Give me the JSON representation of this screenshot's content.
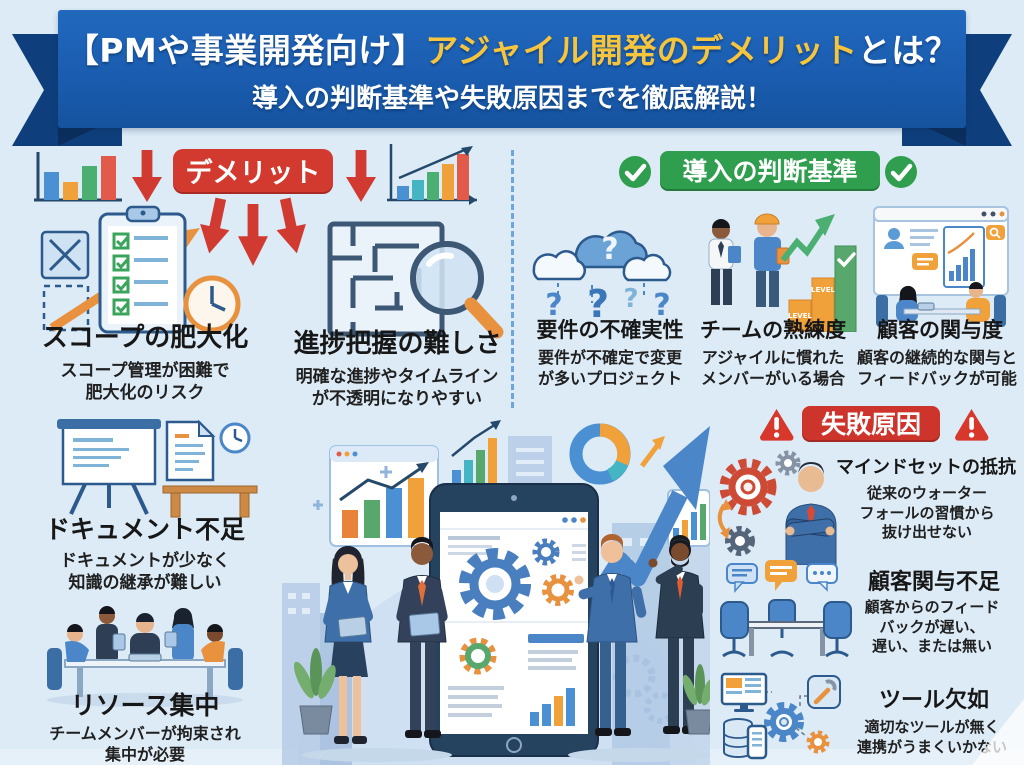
{
  "banner": {
    "title_prefix": "【PMや事業開発向け】",
    "title_highlight": "アジャイル開発のデメリット",
    "title_suffix": "とは？",
    "subtitle": "導入の判断基準や失敗原因までを徹底解説！"
  },
  "demerits": {
    "badge": "デメリット",
    "items": [
      {
        "icon": "scope-clipboard-clock-icon",
        "title": "スコープの肥大化",
        "desc": "スコープ管理が困難で\n肥大化のリスク"
      },
      {
        "icon": "maze-magnifier-icon",
        "title": "進捗把握の難しさ",
        "desc": "明確な進捗やタイムライン\nが不透明になりやすい"
      },
      {
        "icon": "whiteboard-document-clock-icon",
        "title": "ドキュメント不足",
        "desc": "ドキュメントが少なく\n知識の継承が難しい"
      },
      {
        "icon": "team-meeting-icon",
        "title": "リソース集中",
        "desc": "チームメンバーが拘束され\n集中が必要"
      }
    ]
  },
  "criteria": {
    "badge": "導入の判断基準",
    "items": [
      {
        "icon": "question-clouds-icon",
        "title": "要件の不確実性",
        "desc": "要件が不確定で変更\nが多いプロジェクト",
        "mark": "?"
      },
      {
        "icon": "team-level-steps-icon",
        "title": "チームの熟練度",
        "desc": "アジャイルに慣れた\nメンバーがいる場合",
        "step_label": "LEVEL"
      },
      {
        "icon": "customer-dashboard-icon",
        "title": "顧客の関与度",
        "desc": "顧客の継続的な関与と\nフィードバックが可能"
      }
    ]
  },
  "failures": {
    "badge": "失敗原因",
    "items": [
      {
        "icon": "gears-crossed-arms-icon",
        "title": "マインドセットの抵抗",
        "desc": "従来のウォーター\nフォールの習慣から\n抜け出せない"
      },
      {
        "icon": "empty-meeting-table-icon",
        "title": "顧客関与不足",
        "desc": "顧客からのフィード\nバックが遅い、\n遅い、または無い"
      },
      {
        "icon": "disconnected-tools-icon",
        "title": "ツール欠如",
        "desc": "適切なツールが無く\n連携がうまくいかない"
      }
    ]
  },
  "colors": {
    "background": "#dcebf6",
    "banner_blue": "#1a5cb0",
    "ribbon_dark": "#0e3f7c",
    "highlight_yellow": "#f6c53d",
    "demerit_red": "#d23a30",
    "success_green": "#2f9e4e",
    "failure_red": "#cd352c",
    "divider_blue": "#5b9bd5",
    "text_dark": "#1c1c1c"
  }
}
